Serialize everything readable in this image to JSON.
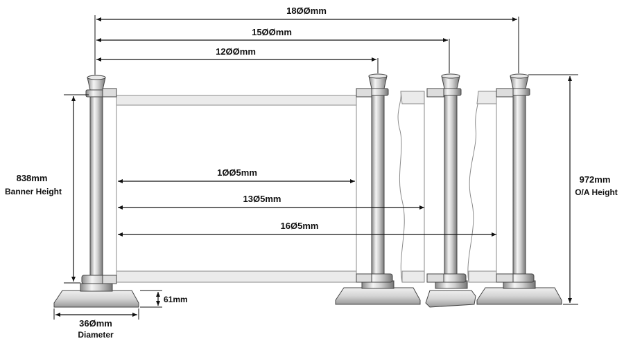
{
  "diagram": {
    "dims_top": [
      {
        "id": "dim-1800",
        "label": "18ØØmm"
      },
      {
        "id": "dim-1500",
        "label": "15ØØmm"
      },
      {
        "id": "dim-1200",
        "label": "12ØØmm"
      }
    ],
    "dims_banner": [
      {
        "id": "dim-1005",
        "label": "1ØØ5mm"
      },
      {
        "id": "dim-1305",
        "label": "13Ø5mm"
      },
      {
        "id": "dim-1605",
        "label": "16Ø5mm"
      }
    ],
    "banner_height": {
      "value": "838mm",
      "caption": "Banner Height"
    },
    "overall_height": {
      "value": "972mm",
      "caption": "O/A Height"
    },
    "base_height": {
      "value": "61mm"
    },
    "base_diameter": {
      "value": "36Ømm",
      "caption": "Diameter"
    }
  },
  "colors": {
    "post_light": "#f2f2f2",
    "post_mid": "#c8c8c8",
    "post_dark": "#7a7a7a",
    "outline": "#444444",
    "line": "#111111"
  }
}
